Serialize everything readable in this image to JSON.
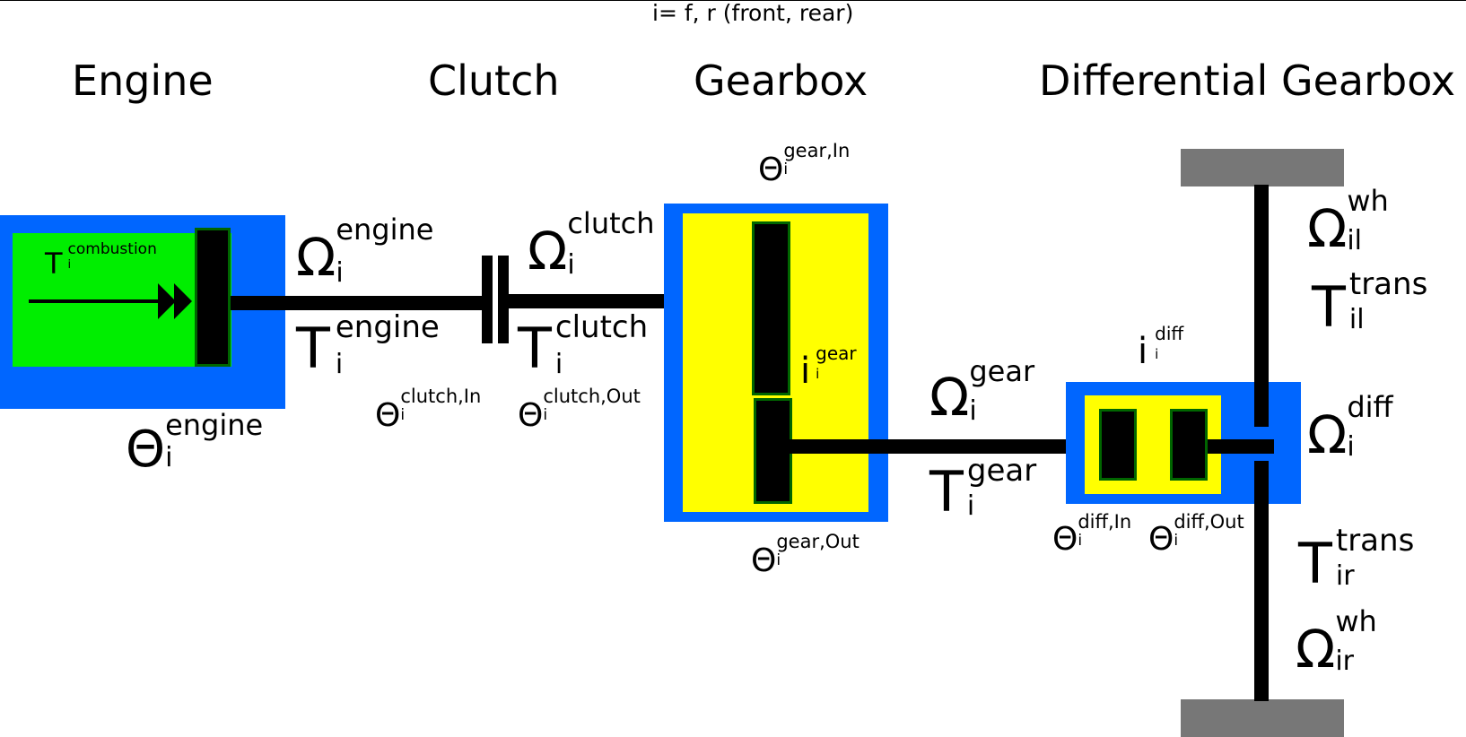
{
  "caption": "i= f, r (front, rear)",
  "sections": {
    "engine": "Engine",
    "clutch": "Clutch",
    "gearbox": "Gearbox",
    "differential": "Differential Gearbox"
  },
  "colors": {
    "outer_box": "#0066ff",
    "engine_inner": "#00ee00",
    "gearbox_inner": "#ffff00",
    "gear_block": "#000000",
    "gear_border": "#006600",
    "wheel": "#777777",
    "shaft": "#000000"
  },
  "symbols": {
    "omega": "Ω",
    "theta": "Θ",
    "torque": "T",
    "ratio": "i"
  },
  "labels": {
    "t_combustion": {
      "sup": "combustion",
      "sub": "i"
    },
    "omega_engine": {
      "sup": "engine",
      "sub": "i"
    },
    "t_engine": {
      "sup": "engine",
      "sub": "i"
    },
    "theta_engine": {
      "sup": "engine",
      "sub": "i"
    },
    "omega_clutch": {
      "sup": "clutch",
      "sub": "i"
    },
    "t_clutch": {
      "sup": "clutch",
      "sub": "i"
    },
    "theta_clutch_in": {
      "sup": "clutch,In",
      "sub": "i"
    },
    "theta_clutch_out": {
      "sup": "clutch,Out",
      "sub": "i"
    },
    "theta_gear_in": {
      "sup": "gear,In",
      "sub": "i"
    },
    "i_gear": {
      "sup": "gear",
      "sub": "i"
    },
    "theta_gear_out": {
      "sup": "gear,Out",
      "sub": "i"
    },
    "omega_gear": {
      "sup": "gear",
      "sub": "i"
    },
    "t_gear": {
      "sup": "gear",
      "sub": "i"
    },
    "i_diff": {
      "sup": "diff",
      "sub": "i"
    },
    "theta_diff_in": {
      "sup": "diff,In",
      "sub": "i"
    },
    "theta_diff_out": {
      "sup": "diff,Out",
      "sub": "i"
    },
    "omega_diff": {
      "sup": "diff",
      "sub": "i"
    },
    "omega_wh_il": {
      "sup": "wh",
      "sub": "il"
    },
    "t_trans_il": {
      "sup": "trans",
      "sub": "il"
    },
    "t_trans_ir": {
      "sup": "trans",
      "sub": "ir"
    },
    "omega_wh_ir": {
      "sup": "wh",
      "sub": "ir"
    }
  }
}
